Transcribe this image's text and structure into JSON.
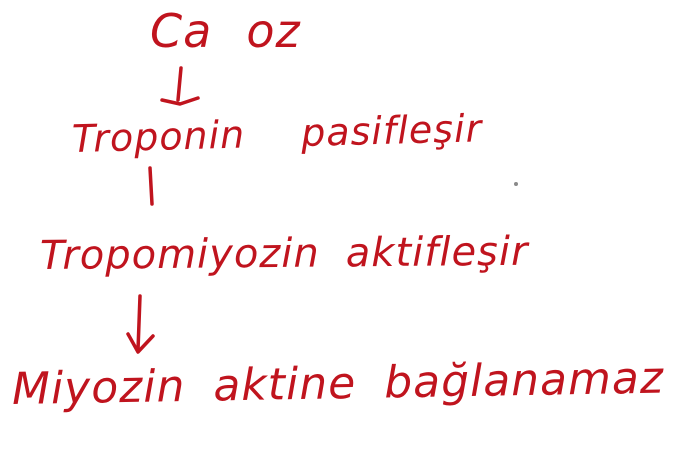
{
  "ink_color": "#c0141e",
  "line1": {
    "word1": "Ca",
    "word2": "oz"
  },
  "line2": {
    "word1": "Troponin",
    "word2": "pasifleşir"
  },
  "line3": {
    "word1": "Tropomiyozin",
    "word2": "aktifleşir"
  },
  "line4": {
    "word1": "Miyozin",
    "word2": "aktine",
    "word3": "bağlanamaz"
  },
  "arrows": [
    "down-arrow",
    "down-arrow"
  ]
}
